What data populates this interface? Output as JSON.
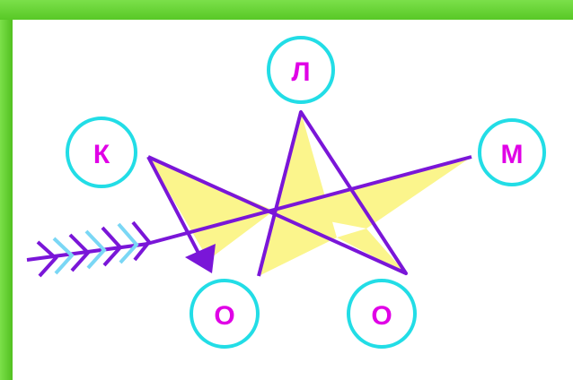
{
  "nodes": [
    {
      "id": "k",
      "letter": "К"
    },
    {
      "id": "l",
      "letter": "Л"
    },
    {
      "id": "m",
      "letter": "М"
    },
    {
      "id": "o1",
      "letter": "О"
    },
    {
      "id": "o2",
      "letter": "О"
    }
  ],
  "colors": {
    "background_frame": "#5fd12b",
    "canvas": "#ffffff",
    "circle_stroke": "#22dde6",
    "letter": "#e000e6",
    "star_fill": "#fbf58c",
    "star_stroke": "#7a16d8",
    "arrow_feathers": "#7ad7f5"
  },
  "icons": {
    "star": "five-pointed-star",
    "arrow": "feathered-arrow"
  }
}
